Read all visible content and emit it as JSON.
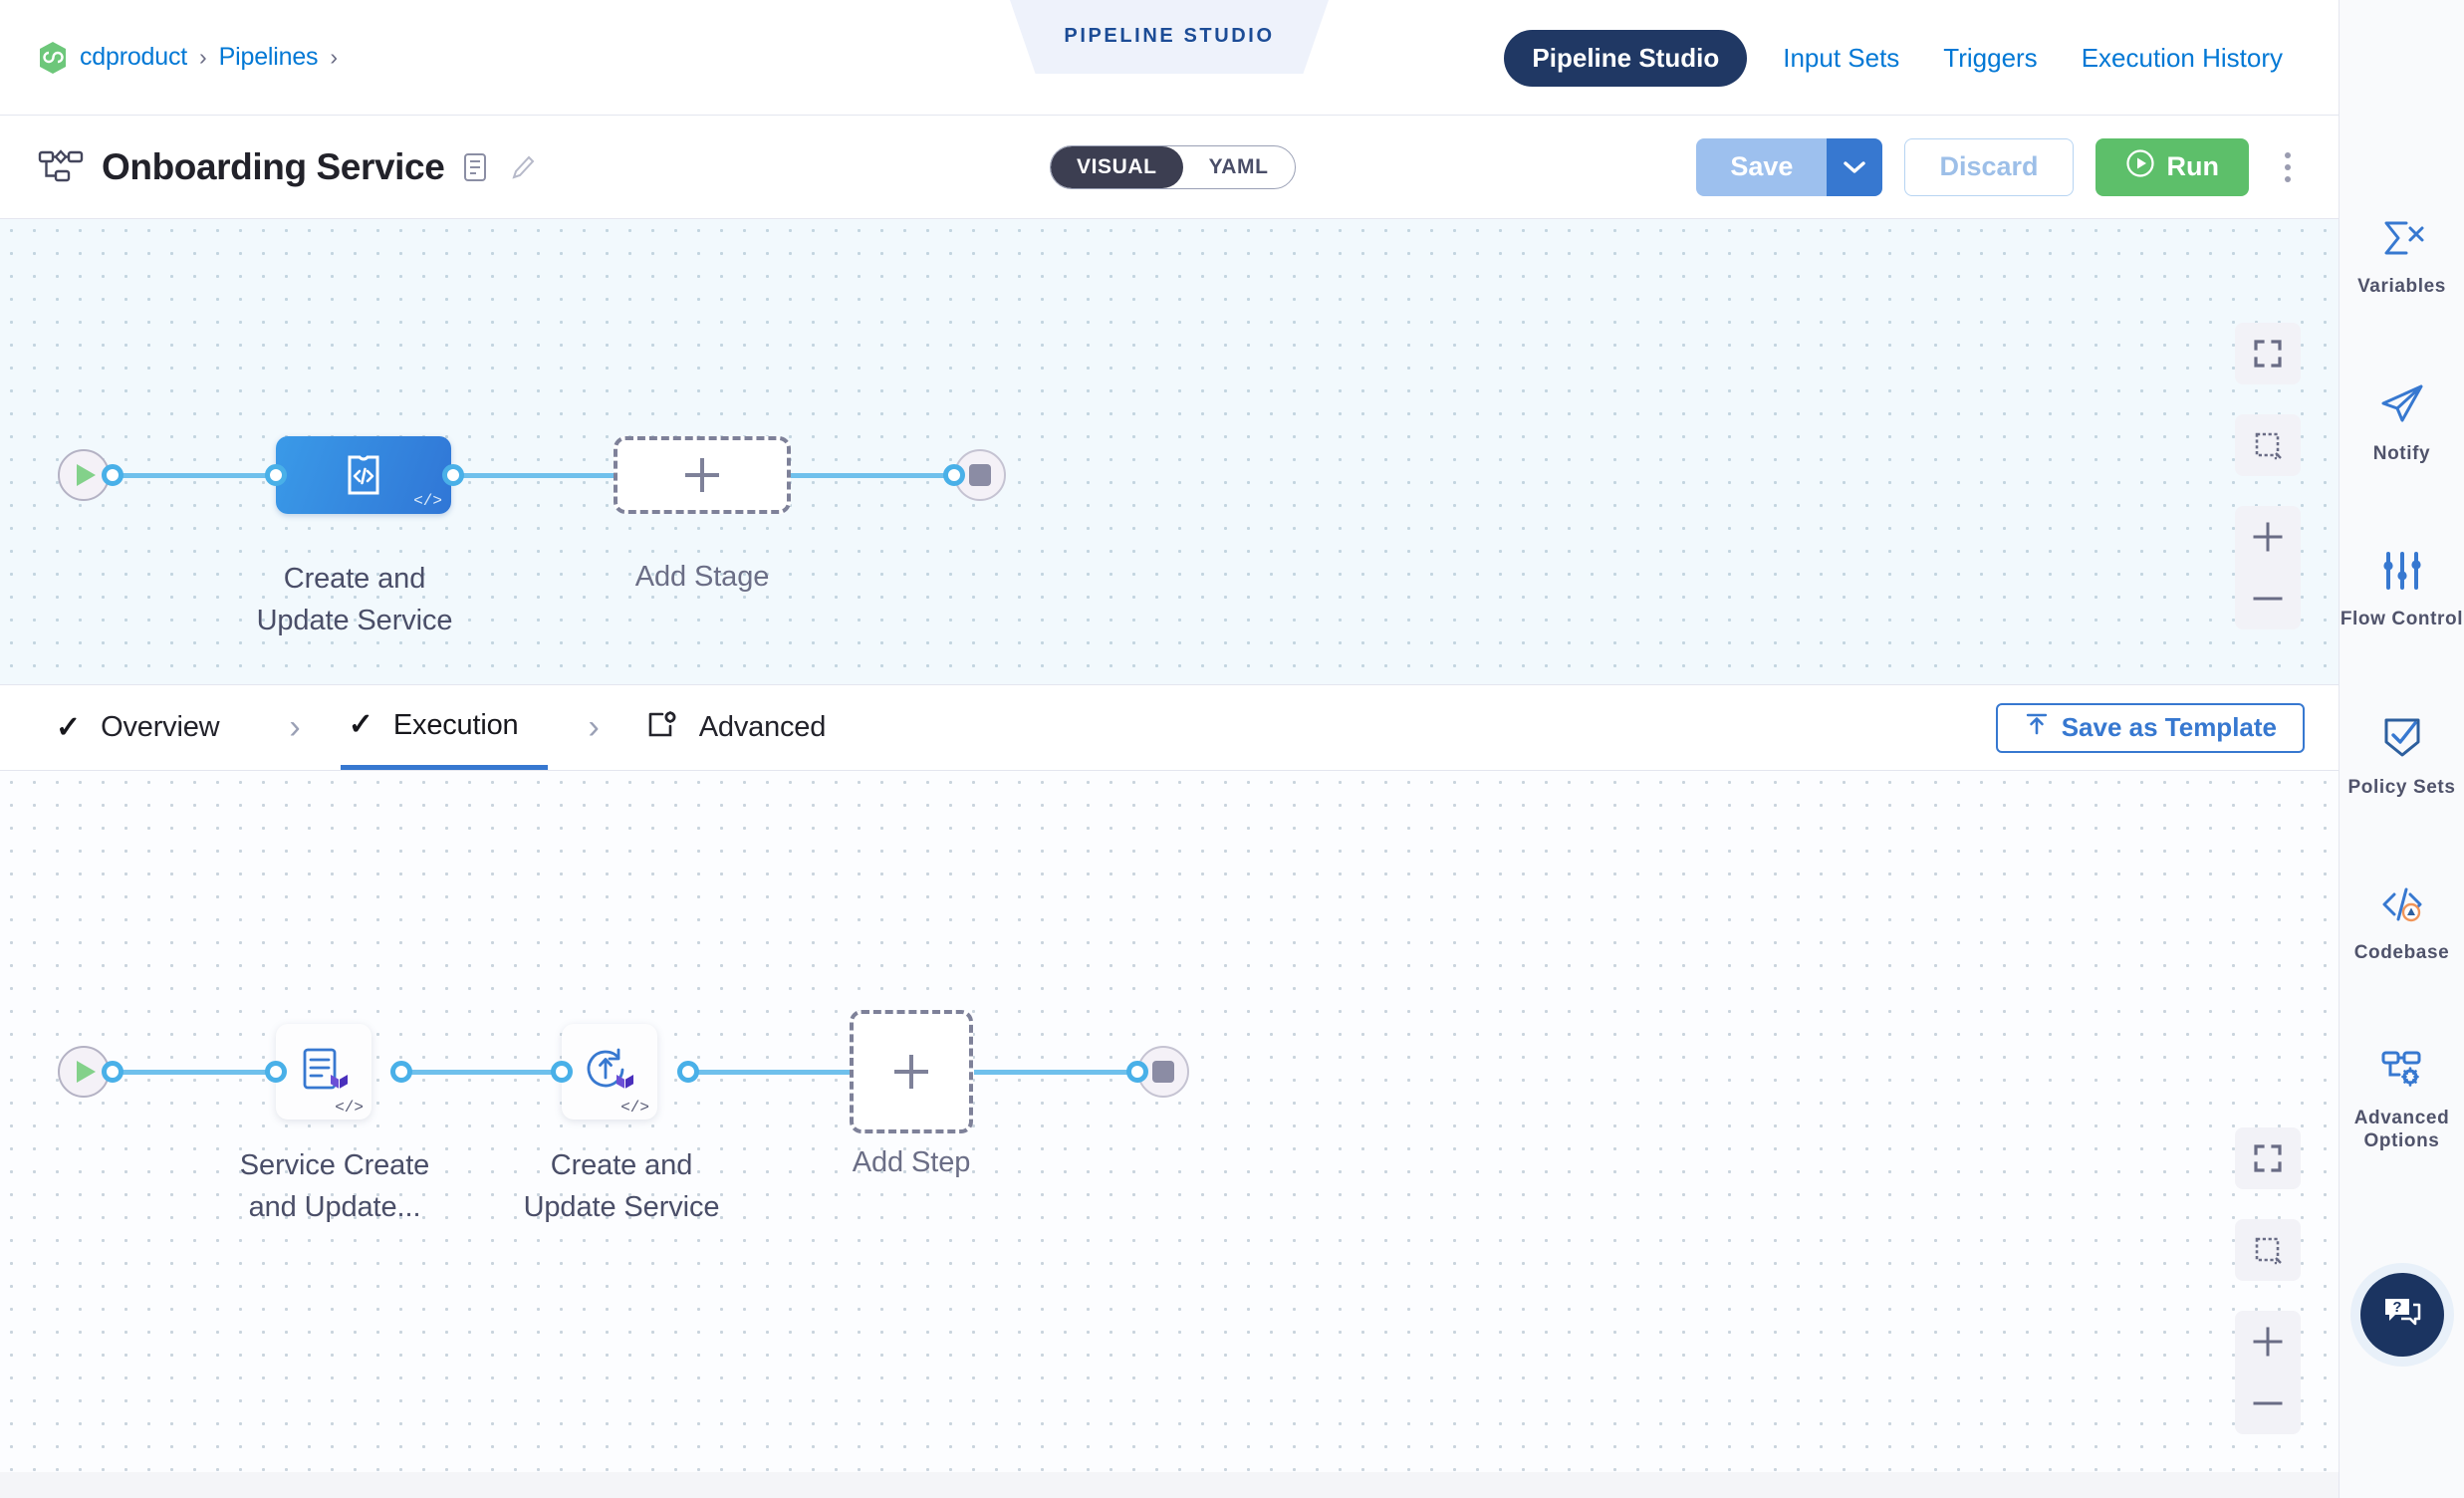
{
  "breadcrumb": {
    "logo_icon": "harness-logo-icon",
    "items": [
      "cdproduct",
      "Pipelines"
    ],
    "separator": "›"
  },
  "studio_ribbon": {
    "label": "PIPELINE STUDIO"
  },
  "top_nav": {
    "items": [
      {
        "label": "Pipeline Studio",
        "active": true
      },
      {
        "label": "Input Sets",
        "active": false
      },
      {
        "label": "Triggers",
        "active": false
      },
      {
        "label": "Execution History",
        "active": false
      }
    ]
  },
  "title_bar": {
    "pipeline_icon": "pipeline-flow-icon",
    "title": "Onboarding Service",
    "description_icon": "description-icon",
    "edit_icon": "pencil-icon",
    "mode_toggle": {
      "options": [
        "VISUAL",
        "YAML"
      ],
      "selected": "VISUAL"
    },
    "save_label": "Save",
    "save_caret_icon": "chevron-down-icon",
    "discard_label": "Discard",
    "run_label": "Run",
    "run_icon": "play-circle-icon",
    "more_icon": "kebab-menu-icon"
  },
  "stage_canvas": {
    "start_node": {
      "icon": "play-icon"
    },
    "stage": {
      "label_line1": "Create and",
      "label_line2": "Update Service",
      "icon": "template-code-icon",
      "badge": "</>"
    },
    "add_stage": {
      "label": "Add Stage",
      "icon": "plus-icon"
    },
    "end_node": {
      "icon": "stop-icon"
    },
    "controls": [
      "fit-screen-icon",
      "marquee-select-icon",
      "zoom-in-icon",
      "zoom-out-icon"
    ]
  },
  "tabs": {
    "items": [
      {
        "label": "Overview",
        "checked": true,
        "active": false
      },
      {
        "label": "Execution",
        "checked": true,
        "active": true
      },
      {
        "label": "Advanced",
        "checked": false,
        "active": false,
        "icon": "advanced-gear-icon"
      }
    ],
    "separator": "›",
    "save_as_template_label": "Save as Template",
    "save_as_template_icon": "template-upload-icon"
  },
  "step_canvas": {
    "start_node": {
      "icon": "play-icon"
    },
    "steps": [
      {
        "label_line1": "Service Create",
        "label_line2": "and Update...",
        "icon": "terraform-plan-icon",
        "badge": "</>"
      },
      {
        "label_line1": "Create and",
        "label_line2": "Update Service",
        "icon": "terraform-apply-icon",
        "badge": "</>"
      }
    ],
    "add_step": {
      "label": "Add Step",
      "icon": "plus-icon"
    },
    "end_node": {
      "icon": "stop-icon"
    },
    "controls": [
      "fit-screen-icon",
      "marquee-select-icon",
      "zoom-in-icon",
      "zoom-out-icon"
    ]
  },
  "right_sidebar": {
    "items": [
      {
        "label": "Variables",
        "icon": "sigma-x-icon"
      },
      {
        "label": "Notify",
        "icon": "paper-plane-icon"
      },
      {
        "label": "Flow Control",
        "icon": "sliders-icon"
      },
      {
        "label": "Policy Sets",
        "icon": "shield-check-icon"
      },
      {
        "label": "Codebase",
        "icon": "code-warning-icon"
      },
      {
        "label": "Advanced Options",
        "icon": "nodes-gear-icon"
      }
    ],
    "help_button": {
      "icon": "chat-help-icon"
    }
  },
  "colors": {
    "accent_blue": "#0278d5",
    "nav_active": "#203864",
    "run_green": "#5dbf6a",
    "connector": "#6fc0ec",
    "stage_blue": "#3076d6"
  }
}
